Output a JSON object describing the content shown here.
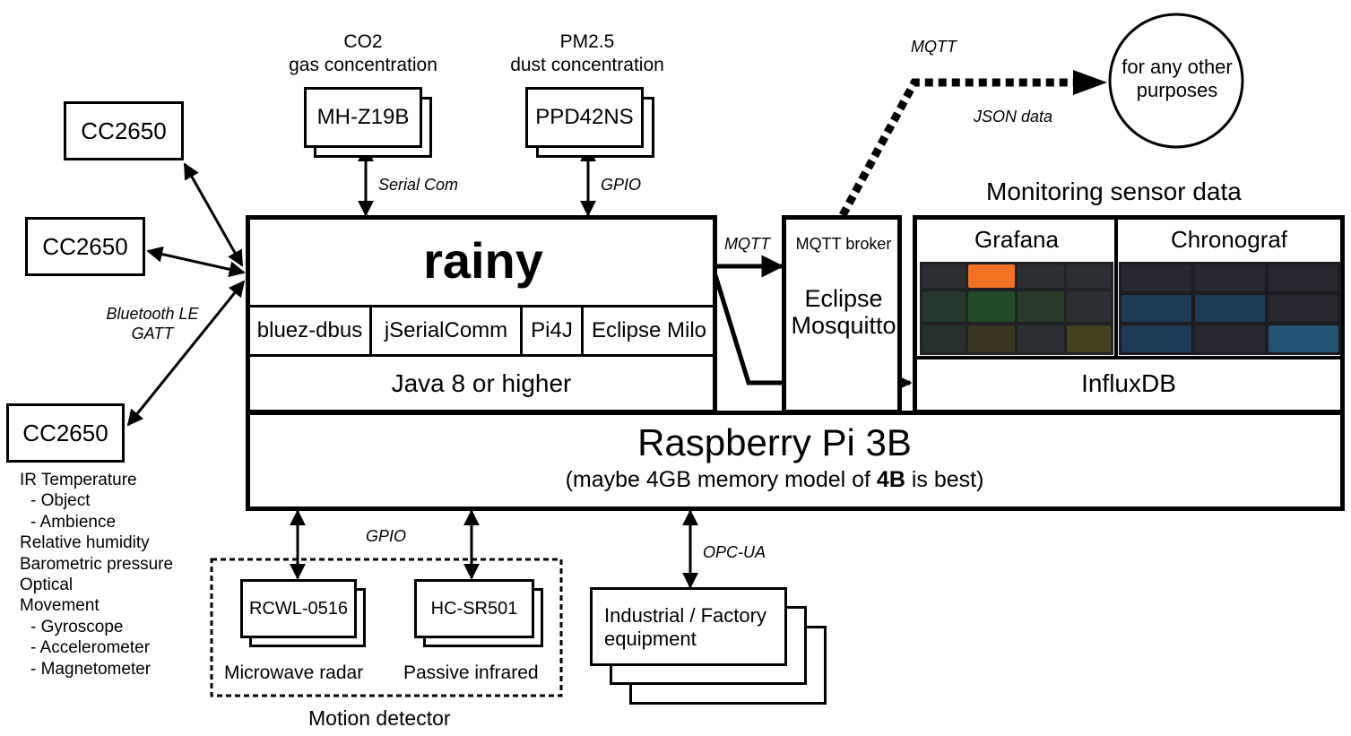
{
  "devices": {
    "cc1": "CC2650",
    "cc2": "CC2650",
    "cc3": "CC2650",
    "ble_label_1": "Bluetooth LE",
    "ble_label_2": "GATT",
    "cc_features": [
      "IR Temperature",
      "- Object",
      "- Ambience",
      "Relative humidity",
      "Barometric pressure",
      "Optical",
      "Movement",
      "- Gyroscope",
      "- Accelerometer",
      "- Magnetometer"
    ]
  },
  "sensors": {
    "co2_title_1": "CO2",
    "co2_title_2": "gas concentration",
    "co2_name": "MH-Z19B",
    "co2_link": "Serial Com",
    "pm_title_1": "PM2.5",
    "pm_title_2": "dust concentration",
    "pm_name": "PPD42NS",
    "pm_link": "GPIO"
  },
  "rainy": {
    "title": "rainy",
    "libs": [
      "bluez-dbus",
      "jSerialComm",
      "Pi4J",
      "Eclipse Milo"
    ],
    "runtime": "Java 8 or higher"
  },
  "broker": {
    "label": "MQTT broker",
    "name_1": "Eclipse",
    "name_2": "Mosquitto",
    "mqtt_in": "MQTT"
  },
  "external": {
    "mqtt": "MQTT",
    "json": "JSON data",
    "target_1": "for any other",
    "target_2": "purposes"
  },
  "monitoring": {
    "title": "Monitoring sensor data",
    "grafana": "Grafana",
    "chronograf": "Chronograf",
    "influx": "InfluxDB"
  },
  "pi": {
    "title": "Raspberry Pi 3B",
    "subtitle_pre": "(maybe 4GB memory model of ",
    "subtitle_bold": "4B",
    "subtitle_post": " is best)"
  },
  "motion": {
    "gpio": "GPIO",
    "radar_name": "RCWL-0516",
    "radar_label": "Microwave radar",
    "pir_name": "HC-SR501",
    "pir_label": "Passive infrared",
    "group_label": "Motion detector"
  },
  "industrial": {
    "link": "OPC-UA",
    "label_1": "Industrial / Factory",
    "label_2": "equipment"
  }
}
